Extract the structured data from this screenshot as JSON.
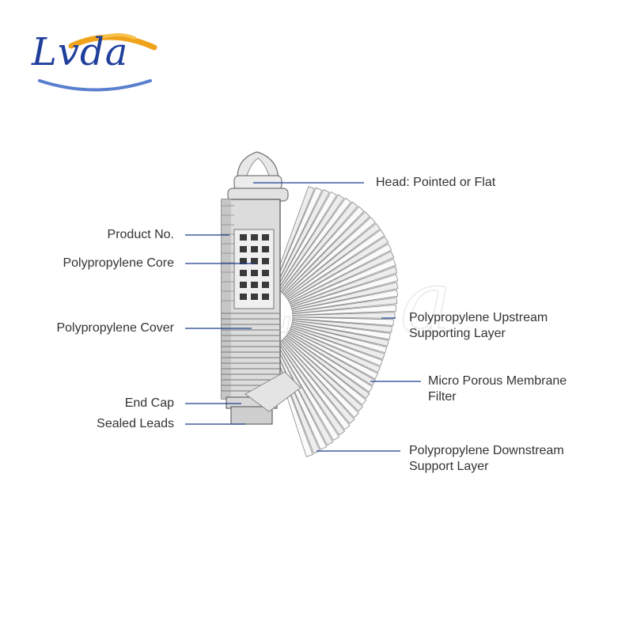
{
  "logo": {
    "text": "Lvda",
    "primary_color": "#1f3f9a",
    "accent_color": "#f0a21a"
  },
  "watermark": {
    "text": "Lvda"
  },
  "line_color": "#1b3f8b",
  "labels": {
    "head": "Head: Pointed or Flat",
    "product_no": "Product No.",
    "core": "Polypropylene Core",
    "cover": "Polypropylene Cover",
    "upstream_1": "Polypropylene Upstream",
    "upstream_2": "Supporting Layer",
    "membrane_1": "Micro Porous Membrane",
    "membrane_2": "Filter",
    "end_cap": "End Cap",
    "sealed_leads": "Sealed Leads",
    "downstream_1": "Polypropylene Downstream",
    "downstream_2": "Support Layer"
  }
}
